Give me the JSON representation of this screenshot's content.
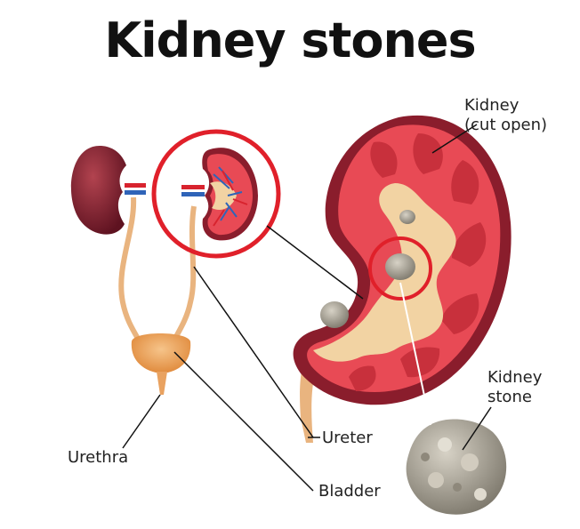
{
  "title": "Kidney stones",
  "labels": {
    "kidney_line1": "Kidney",
    "kidney_line2": "(cut open)",
    "stone_line1": "Kidney",
    "stone_line2": "stone",
    "ureter": "Ureter",
    "urethra": "Urethra",
    "bladder": "Bladder"
  },
  "colors": {
    "highlight_circle": "#e0202a",
    "kidney_outer": "#8a1d2c",
    "kidney_tissue": "#e84a55",
    "pelvis": "#f2d3a3",
    "bladder": "#f0a860",
    "stone": "#a8a294"
  }
}
